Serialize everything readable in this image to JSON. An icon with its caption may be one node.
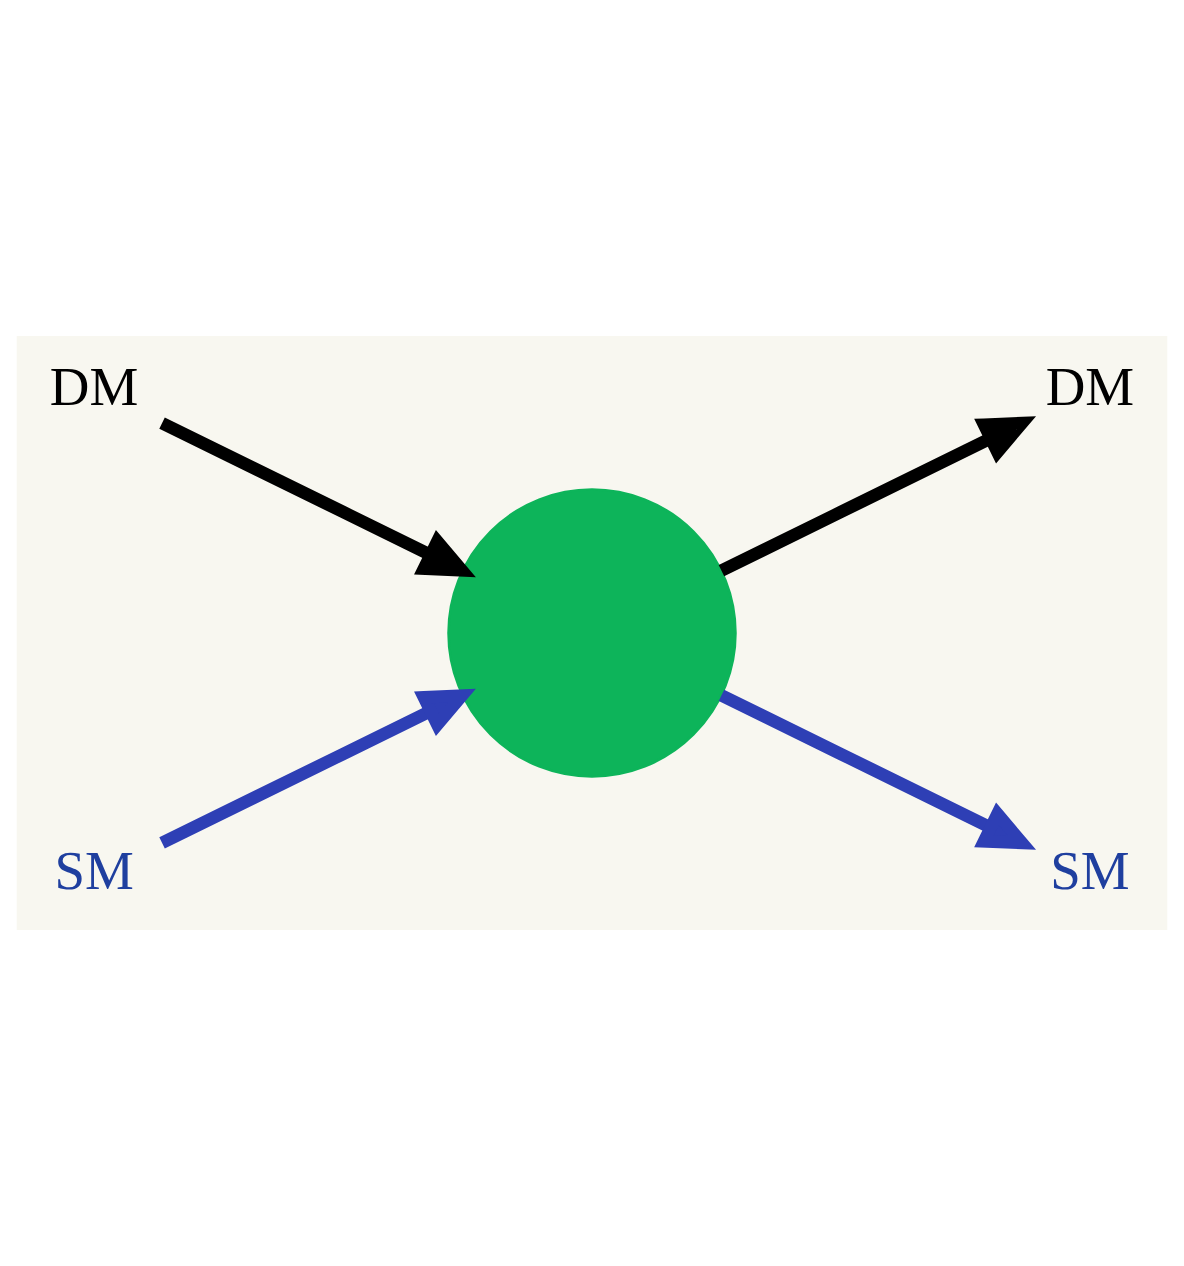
{
  "diagram": {
    "nodes": [
      {
        "text": [
          "DM"
        ]
      },
      {
        "text": [
          "DM"
        ]
      },
      {
        "text": [],
        "shape": "circle"
      },
      {
        "text": [
          "SM"
        ]
      },
      {
        "text": [
          "SM"
        ]
      }
    ],
    "edges": [
      {
        "from": 0,
        "to": 2,
        "arrow": "to",
        "color": "#000000"
      },
      {
        "from": 2,
        "to": 1,
        "arrow": "to",
        "color": "#000000"
      },
      {
        "from": 3,
        "to": 2,
        "arrow": "to",
        "color": "#2e3fb5"
      },
      {
        "from": 2,
        "to": 4,
        "arrow": "to",
        "color": "#2e3fb5"
      }
    ]
  }
}
